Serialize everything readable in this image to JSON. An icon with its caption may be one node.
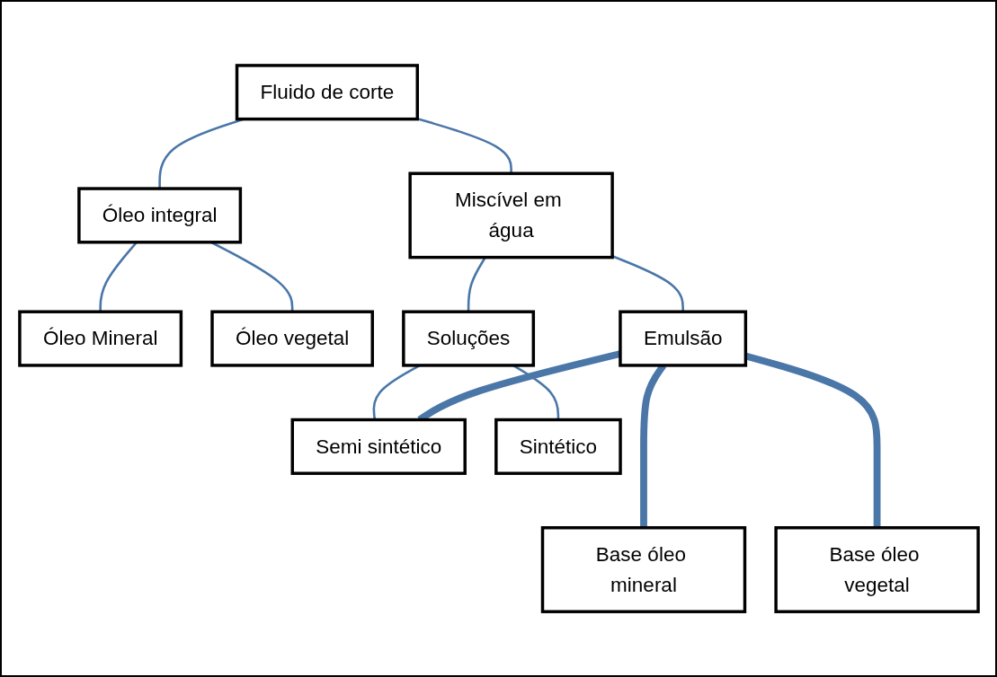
{
  "diagram": {
    "nodes": [
      {
        "text": [
          "Fluido de corte"
        ]
      },
      {
        "text": [
          "Óleo integral"
        ]
      },
      {
        "text": [
          "Miscível em água"
        ]
      },
      {
        "text": [
          "Óleo Mineral"
        ]
      },
      {
        "text": [
          "Óleo vegetal"
        ]
      },
      {
        "text": [
          "Emulsão"
        ]
      },
      {
        "text": [
          "Soluções"
        ]
      },
      {
        "text": [
          "Semi sintético"
        ]
      },
      {
        "text": [
          "Sintético"
        ]
      },
      {
        "text": [
          "Base óleo mineral"
        ]
      },
      {
        "text": [
          "Base óleo vegetal"
        ]
      }
    ],
    "edges": [
      {
        "from": 0,
        "to": 1,
        "arrow": "none"
      },
      {
        "from": 0,
        "to": 2,
        "arrow": "none"
      },
      {
        "from": 1,
        "to": 3,
        "arrow": "none"
      },
      {
        "from": 1,
        "to": 4,
        "arrow": "none"
      },
      {
        "from": 2,
        "to": 5,
        "arrow": "none"
      },
      {
        "from": 2,
        "to": 6,
        "arrow": "none"
      },
      {
        "from": 5,
        "to": 7,
        "arrow": "none",
        "style": "thick"
      },
      {
        "from": 5,
        "to": 9,
        "arrow": "none",
        "style": "thick"
      },
      {
        "from": 5,
        "to": 10,
        "arrow": "none",
        "style": "thick"
      },
      {
        "from": 6,
        "to": 7,
        "arrow": "none"
      },
      {
        "from": 6,
        "to": 8,
        "arrow": "none"
      }
    ]
  }
}
